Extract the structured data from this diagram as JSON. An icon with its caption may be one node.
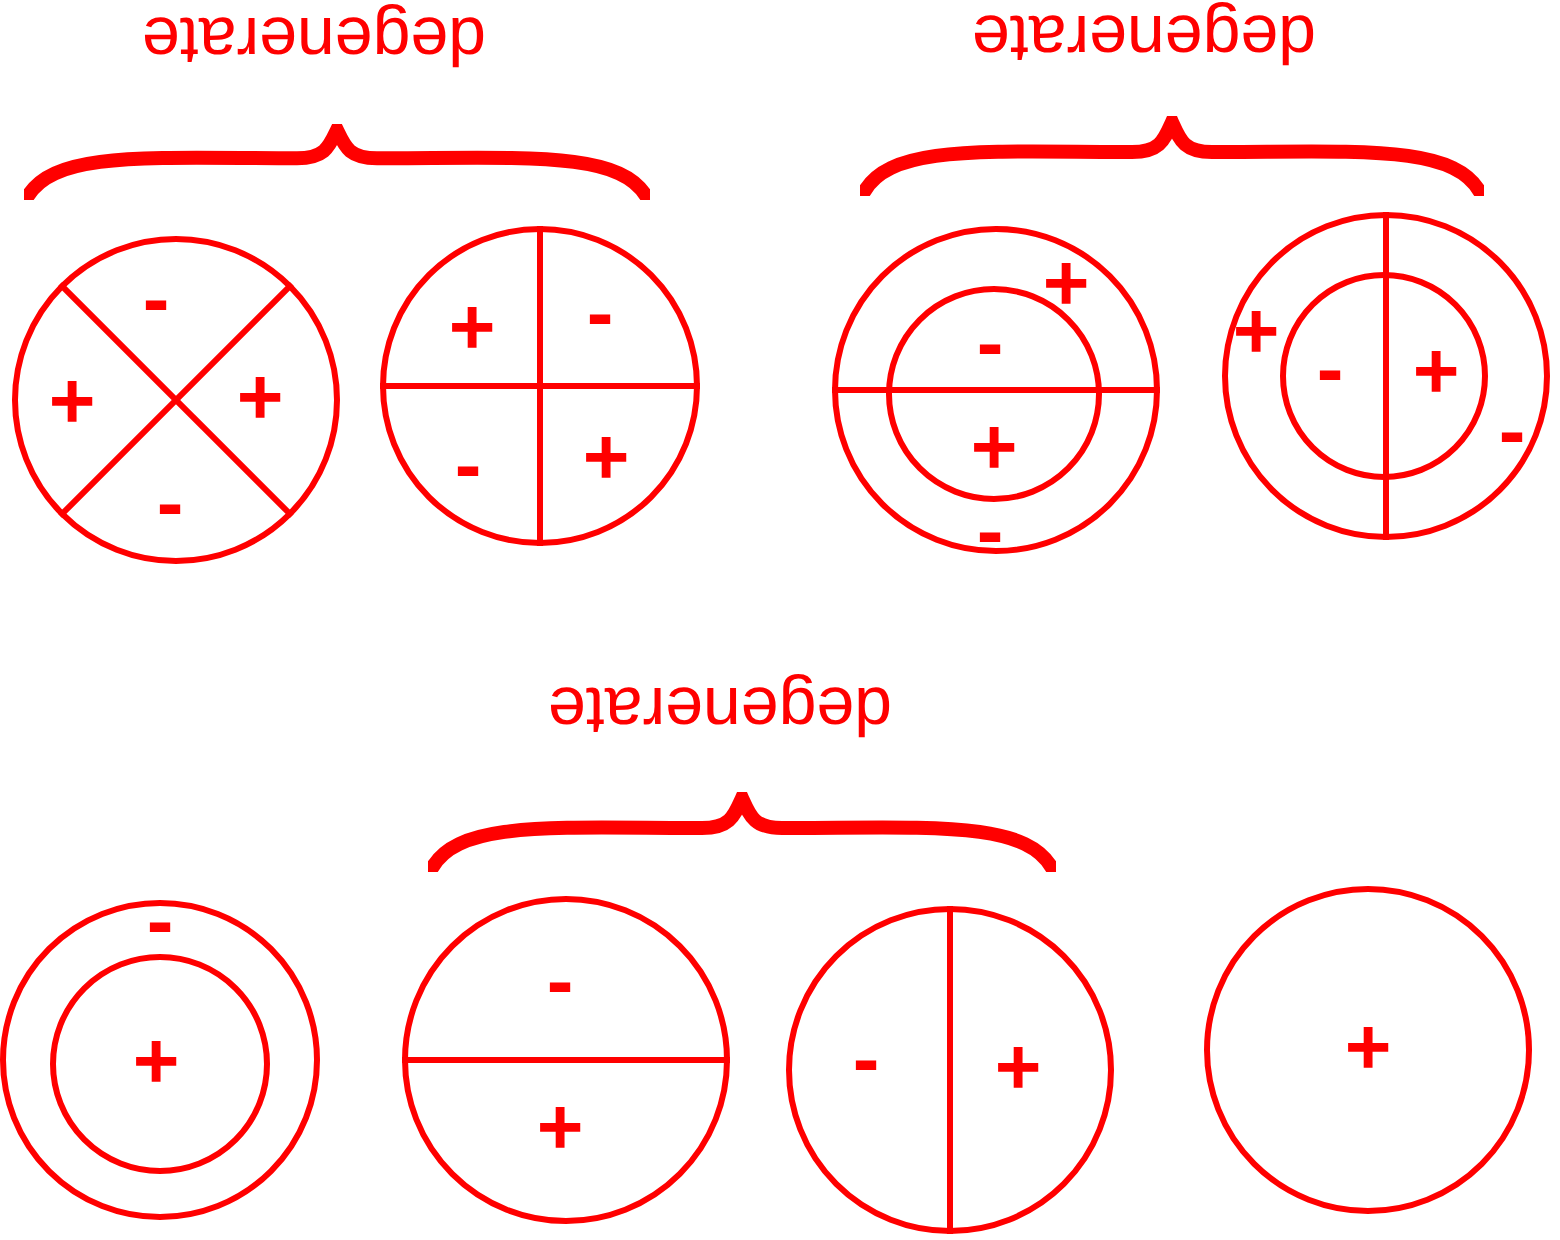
{
  "diagram": {
    "nodes": [
      {
        "text": [
          "-",
          "+",
          "+",
          "-"
        ]
      },
      {
        "text": [
          "+",
          "-",
          "-",
          "+"
        ]
      },
      {
        "text": [
          "+",
          "-"
        ]
      },
      {
        "text": [
          "-",
          "+"
        ],
        "in": 2
      },
      {
        "text": [
          "+",
          "-"
        ]
      },
      {
        "text": [
          "-",
          "+"
        ],
        "in": 4
      },
      {
        "text": [
          "-"
        ]
      },
      {
        "text": [
          "+"
        ],
        "in": 6
      },
      {
        "text": [
          "-",
          "+"
        ]
      },
      {
        "text": [
          "-",
          "+"
        ]
      },
      {
        "text": [
          "+"
        ]
      }
    ],
    "labels": [
      "degenerate",
      "degenerate",
      "degenerate"
    ]
  }
}
